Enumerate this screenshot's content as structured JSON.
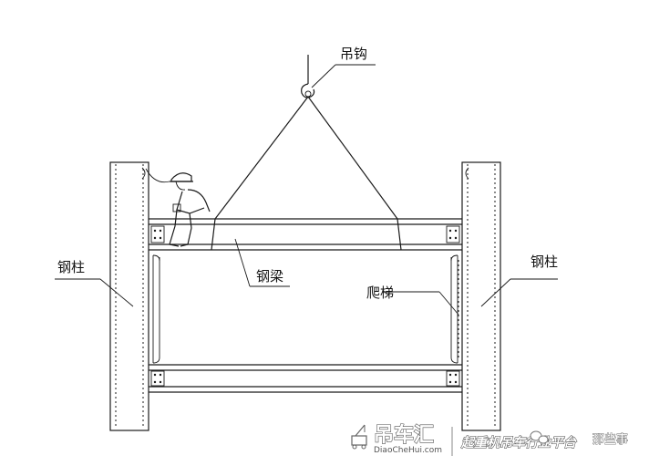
{
  "labels": {
    "hook": "吊钩",
    "column_left": "钢柱",
    "column_right": "钢柱",
    "beam": "钢梁",
    "ladder": "爬梯"
  },
  "watermark": {
    "brand": "吊车汇",
    "site": "DiaoCheHui.com",
    "slogan": "起重机吊车行业平台",
    "wechat": "那些事"
  },
  "colors": {
    "line": "#1a1a1a",
    "background": "#ffffff"
  }
}
